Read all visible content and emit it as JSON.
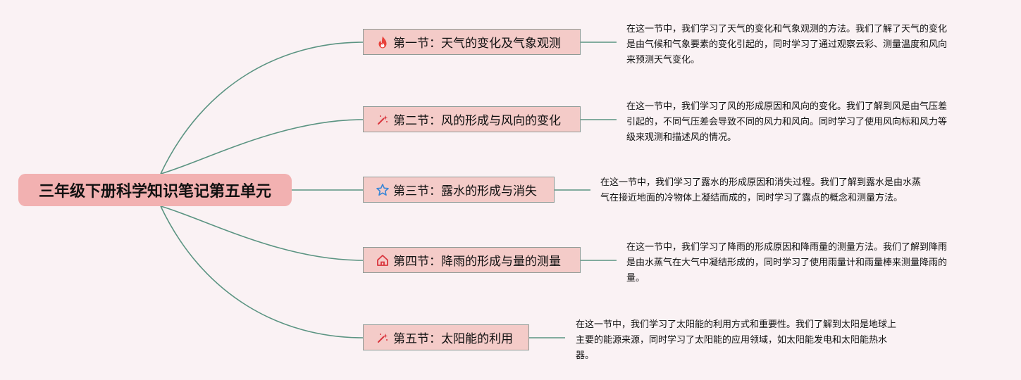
{
  "root": {
    "title": "三年级下册科学知识笔记第五单元"
  },
  "sections": [
    {
      "title": "第一节：天气的变化及气象观测",
      "icon": "fire-icon",
      "note": [
        "在这一节中，我们学习了天气的变化和气象观测的方法。我们了解了天气的变化",
        "是由气候和气象要素的变化引起的，同时学习了通过观察云彩、测量温度和风向",
        "来预测天气变化。"
      ]
    },
    {
      "title": "第二节：风的形成与风向的变化",
      "icon": "magic-wand-icon",
      "note": [
        "在这一节中，我们学习了风的形成原因和风向的变化。我们了解到风是由气压差",
        "引起的，不同气压差会导致不同的风力和风向。同时学习了使用风向标和风力等",
        "级来观测和描述风的情况。"
      ]
    },
    {
      "title": "第三节：露水的形成与消失",
      "icon": "star-icon",
      "note": [
        "在这一节中，我们学习了露水的形成原因和消失过程。我们了解到露水是由水蒸",
        "气在接近地面的冷物体上凝结而成的，同时学习了露点的概念和测量方法。"
      ]
    },
    {
      "title": "第四节：降雨的形成与量的测量",
      "icon": "home-icon",
      "note": [
        "在这一节中，我们学习了降雨的形成原因和降雨量的测量方法。我们了解到降雨",
        "是由水蒸气在大气中凝结形成的，同时学习了使用雨量计和雨量棒来测量降雨的",
        "量。"
      ]
    },
    {
      "title": "第五节：太阳能的利用",
      "icon": "magic-wand-icon",
      "note": [
        "在这一节中，我们学习了太阳能的利用方式和重要性。我们了解到太阳是地球上",
        "主要的能源来源，同时学习了太阳能的应用领域，如太阳能发电和太阳能热水",
        "器。"
      ]
    }
  ],
  "colors": {
    "background": "#faf2f4",
    "root_fill": "#f2b1b1",
    "topic_fill": "#f4cbc8",
    "connector": "#5b9482",
    "fire": "#e8413a",
    "wand": "#d9363e",
    "star": "#3a86d6",
    "home": "#d9363e"
  }
}
